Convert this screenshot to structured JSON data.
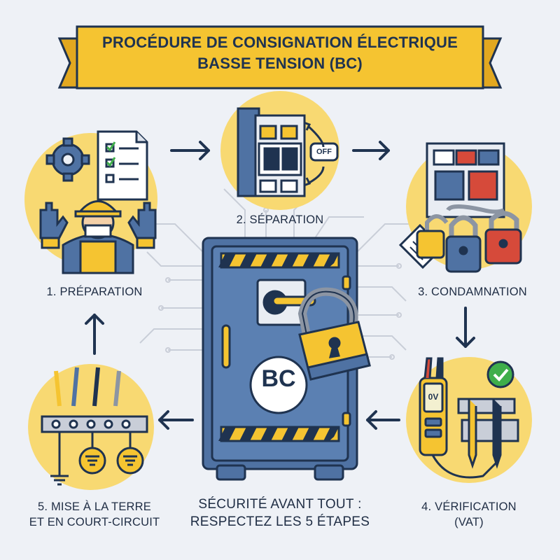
{
  "banner": {
    "line1": "PROCÉDURE DE CONSIGNATION ÉLECTRIQUE",
    "line2": "BASSE TENSION (BC)"
  },
  "steps": [
    {
      "label": "1. PRÉPARATION"
    },
    {
      "label": "2. SÉPARATION"
    },
    {
      "label": "3. CONDAMNATION"
    },
    {
      "label_line1": "4. VÉRIFICATION",
      "label_line2": "(VAT)"
    },
    {
      "label_line1": "5. MISE À LA TERRE",
      "label_line2": "ET EN COURT-CIRCUIT"
    }
  ],
  "center": {
    "line1": "SÉCURITÉ AVANT TOUT :",
    "line2": "RESPECTEZ LES 5 ÉTAPES",
    "badge": "BC"
  },
  "icons": {
    "switch_state": "OFF",
    "meter_display": "0V"
  },
  "colors": {
    "navy": "#1f3350",
    "yellow": "#f5c431",
    "blue": "#4f72a3",
    "background": "#eef1f6",
    "green": "#3fae4a",
    "red": "#d64a3a"
  }
}
